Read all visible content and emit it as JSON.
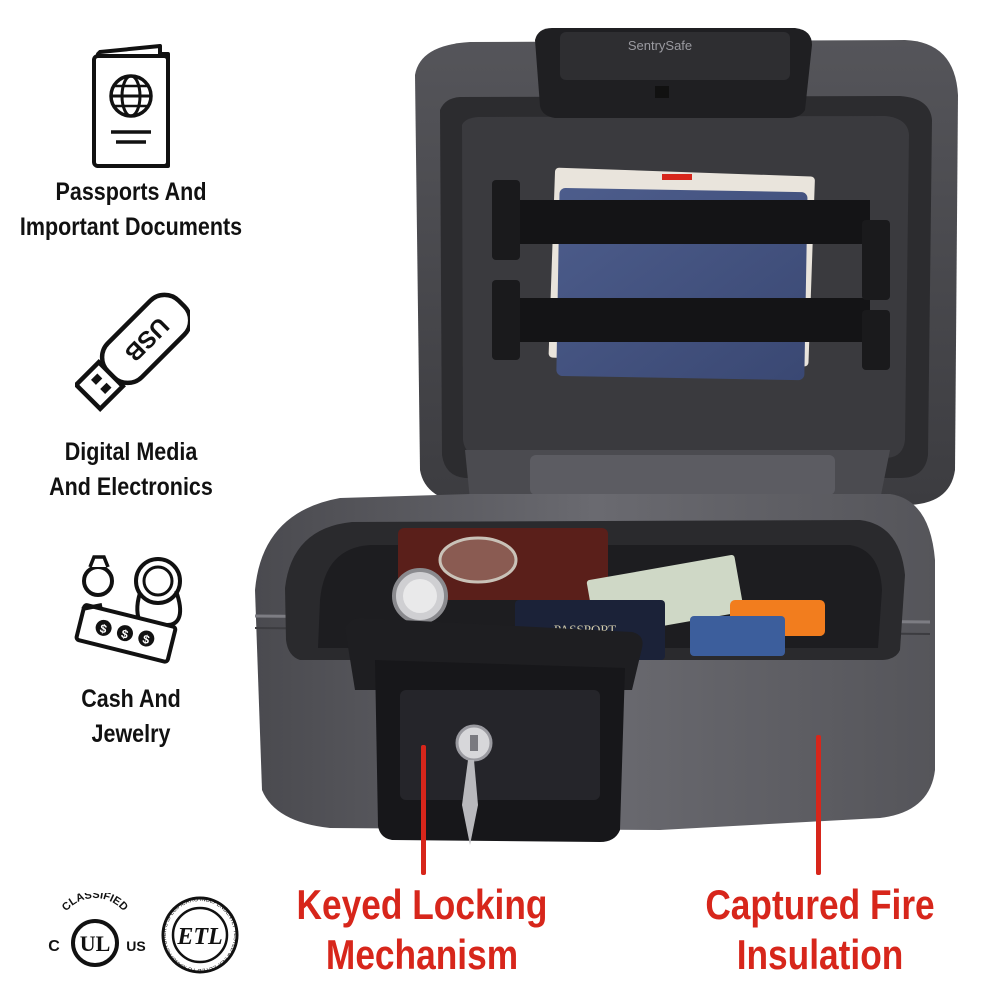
{
  "features": [
    {
      "line1": "Passports And",
      "line2": "Important Documents",
      "icon": "passport-icon"
    },
    {
      "line1": "Digital Media",
      "line2": "And Electronics",
      "icon": "usb-drive-icon"
    },
    {
      "line1": "Cash And",
      "line2": "Jewelry",
      "icon": "cash-jewelry-icon"
    }
  ],
  "callouts": {
    "lock": {
      "line1": "Keyed Locking",
      "line2": "Mechanism"
    },
    "fire": {
      "line1": "Captured Fire",
      "line2": "Insulation"
    }
  },
  "product": {
    "brand": "SentrySafe",
    "passport_text": "PASSPORT",
    "usb_text": "USB"
  },
  "certifications": {
    "ul": {
      "top": "CLASSIFIED",
      "mark": "UL",
      "left": "C",
      "right": "US"
    },
    "etl": {
      "mark": "ETL",
      "ring": "INDEPENDENTLY TESTED & INSPECTED TO MANUFACTURER'S SPECIFICATIONS"
    }
  },
  "colors": {
    "accent": "#d7261b",
    "text": "#111111",
    "safe_body": "#5e5e63",
    "safe_dark": "#2b2b2e"
  }
}
